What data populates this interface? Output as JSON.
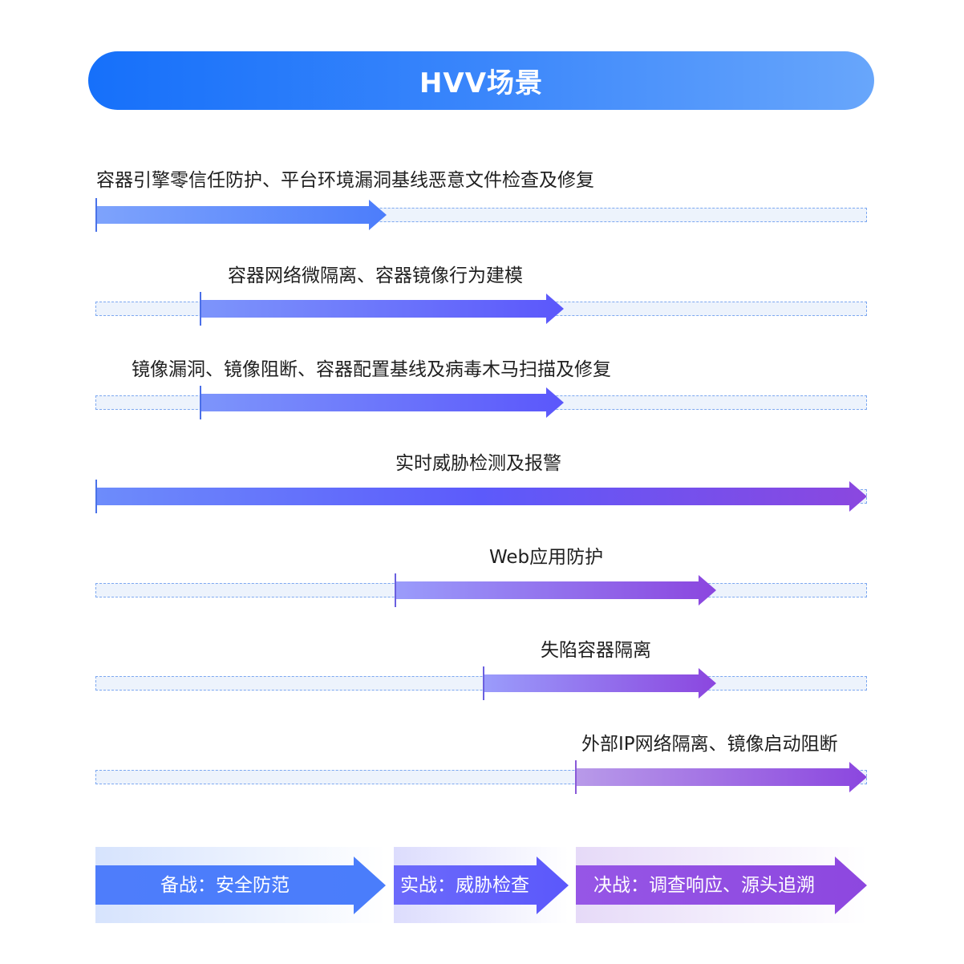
{
  "header": {
    "title": "HVV场景"
  },
  "rows": [
    {
      "label": "容器引擎零信任防护、平台环境漏洞基线恶意文件检查及修复"
    },
    {
      "label": "容器网络微隔离、容器镜像行为建模"
    },
    {
      "label": "镜像漏洞、镜像阻断、容器配置基线及病毒木马扫描及修复"
    },
    {
      "label": "实时威胁检测及报警"
    },
    {
      "label": "Web应用防护"
    },
    {
      "label": "失陷容器隔离"
    },
    {
      "label": "外部IP网络隔离、镜像启动阻断"
    }
  ],
  "phases": [
    {
      "label": "备战：安全防范"
    },
    {
      "label": "实战：威胁检查"
    },
    {
      "label": "决战：调查响应、源头追溯"
    }
  ],
  "colors": {
    "blue": "#4a7efb",
    "indigo": "#5c5cfb",
    "purple": "#8d47df",
    "track_border": "#7da8f0",
    "track_fill": "#edf3fc"
  }
}
